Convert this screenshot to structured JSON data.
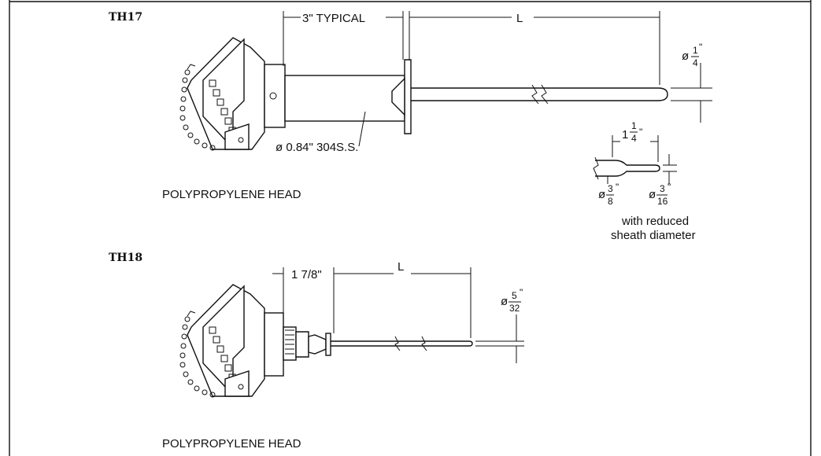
{
  "th17": {
    "model": "TH17",
    "dim_typical": "3\" TYPICAL",
    "dim_length": "L",
    "dia_phi": "ø",
    "dia_num": "1",
    "dia_den": "4",
    "dia_mark": "\"",
    "sheath_note": "ø 0.84\" 304S.S.",
    "head_label": "POLYPROPYLENE HEAD",
    "reduced": {
      "len_whole": "1",
      "len_num": "1",
      "len_den": "4",
      "len_mark": "\"",
      "dia_a_phi": "ø",
      "dia_a_num": "3",
      "dia_a_den": "8",
      "dia_a_mark": "\"",
      "dia_b_phi": "ø",
      "dia_b_num": "3",
      "dia_b_den": "16",
      "dia_b_mark": "\"",
      "note_line1": "with reduced",
      "note_line2": "sheath diameter"
    }
  },
  "th18": {
    "model": "TH18",
    "dim_fitting": "1 7/8\"",
    "dim_length": "L",
    "dia_phi": "ø",
    "dia_num": "5",
    "dia_den": "32",
    "dia_mark": "\"",
    "head_label": "POLYPROPYLENE HEAD"
  },
  "colors": {
    "line": "#111111",
    "background": "#ffffff"
  }
}
